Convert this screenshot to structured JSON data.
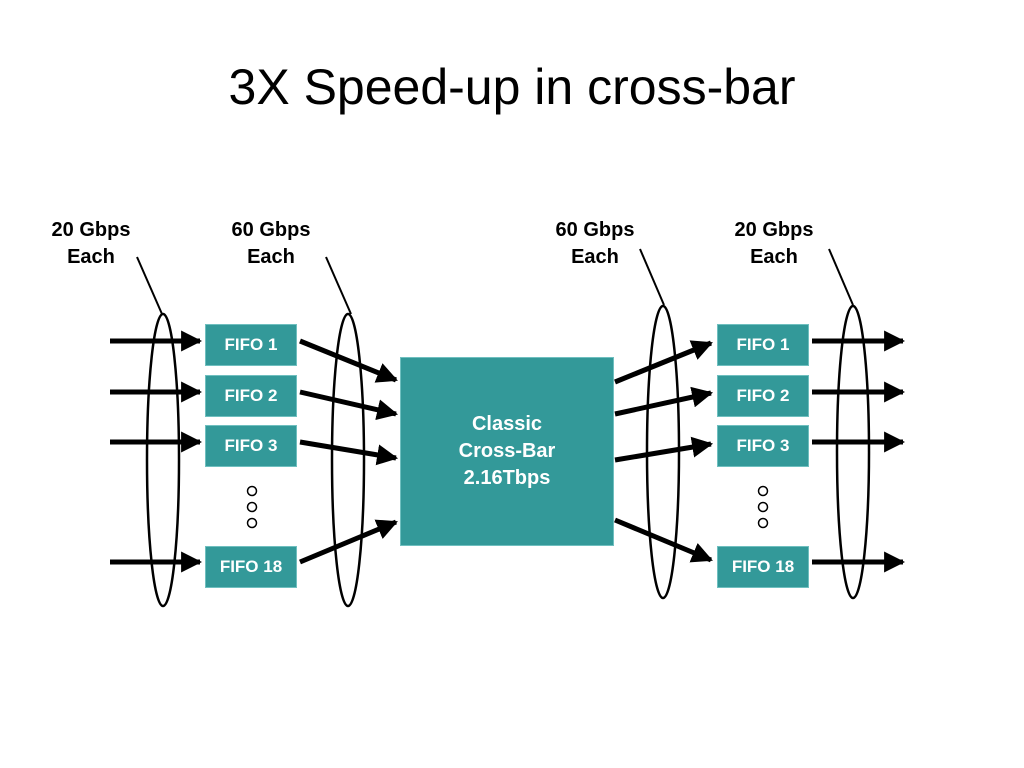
{
  "slide": {
    "title": "3X Speed-up in cross-bar"
  },
  "labels": {
    "in_line": {
      "rate": "20 Gbps",
      "each": "Each"
    },
    "in_fifo": {
      "rate": "60 Gbps",
      "each": "Each"
    },
    "out_fifo": {
      "rate": "60 Gbps",
      "each": "Each"
    },
    "out_line": {
      "rate": "20 Gbps",
      "each": "Each"
    }
  },
  "fifos": {
    "input": [
      "FIFO 1",
      "FIFO 2",
      "FIFO 3",
      "FIFO 18"
    ],
    "output": [
      "FIFO 1",
      "FIFO 2",
      "FIFO 3",
      "FIFO 18"
    ]
  },
  "crossbar": {
    "line1": "Classic",
    "line2": "Cross-Bar",
    "line3": "2.16Tbps"
  },
  "colors": {
    "box_fill": "#339999",
    "box_text": "#ffffff",
    "line": "#000000"
  }
}
